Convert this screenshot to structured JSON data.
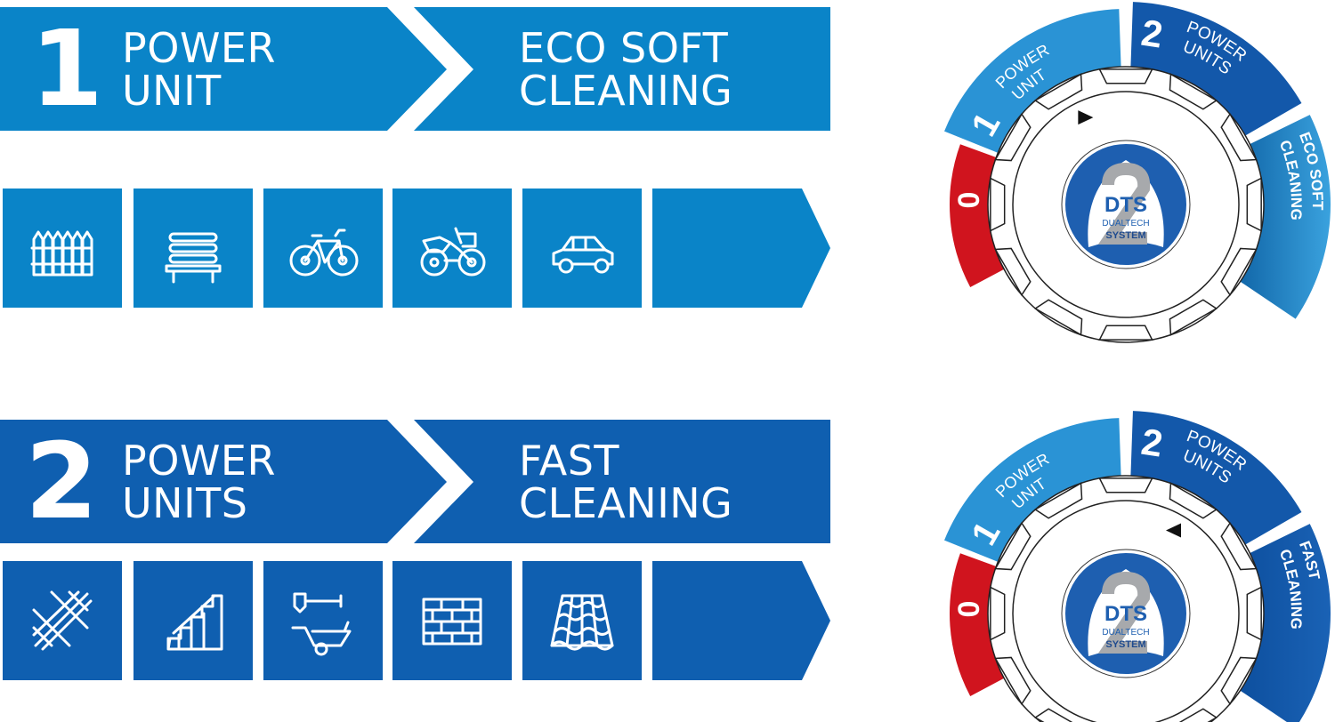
{
  "colors": {
    "eco_blue": "#0a84c8",
    "fast_blue": "#0f5fb0",
    "light_arc": "#2a93d5",
    "dark_arc": "#1358aa",
    "red": "#d0141e",
    "gray": "#a7a9ac"
  },
  "mode1": {
    "number": "1",
    "label_line1": "POWER",
    "label_line2": "UNIT",
    "result_line1": "ECO SOFT",
    "result_line2": "CLEANING",
    "icons": [
      "fence-icon",
      "bench-icon",
      "bicycle-icon",
      "motorcycle-icon",
      "car-icon"
    ]
  },
  "mode2": {
    "number": "2",
    "label_line1": "POWER",
    "label_line2": "UNITS",
    "result_line1": "FAST",
    "result_line2": "CLEANING",
    "icons": [
      "decking-icon",
      "stairs-icon",
      "garden-tools-icon",
      "brick-wall-icon",
      "roof-tiles-icon"
    ]
  },
  "dial_top": {
    "off": "0",
    "one_num": "1",
    "one_l1": "POWER",
    "one_l2": "UNIT",
    "two_num": "2",
    "two_l1": "POWER",
    "two_l2": "UNITS",
    "mode_l1": "ECO SOFT",
    "mode_l2": "CLEANING",
    "logo_digit": "2",
    "logo_brand": "DTS",
    "logo_l1": "DUALTECH",
    "logo_l2": "SYSTEM"
  },
  "dial_bottom": {
    "off": "0",
    "one_num": "1",
    "one_l1": "POWER",
    "one_l2": "UNIT",
    "two_num": "2",
    "two_l1": "POWER",
    "two_l2": "UNITS",
    "mode_l1": "FAST",
    "mode_l2": "CLEANING",
    "logo_digit": "2",
    "logo_brand": "DTS",
    "logo_l1": "DUALTECH",
    "logo_l2": "SYSTEM"
  }
}
